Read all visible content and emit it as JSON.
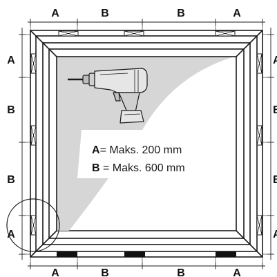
{
  "dimension_labels": {
    "top": [
      "A",
      "B",
      "B",
      "A"
    ],
    "bottom": [
      "A",
      "B",
      "B",
      "A"
    ],
    "left": [
      "A",
      "B",
      "B",
      "A"
    ],
    "right": [
      "A",
      "B",
      "B",
      "A"
    ]
  },
  "legend": {
    "a_key": "A",
    "a_text": "= Maks. 200 mm",
    "b_key": "B",
    "b_text": " = Maks. 600 mm"
  },
  "colors": {
    "line": "#1a1a1a",
    "glass": "#d6d6d6",
    "callout_bg": "#ffffff",
    "drill_body": "#e6e6e6",
    "drill_grip": "#cfcfcf",
    "shim_solid": "#111111"
  },
  "icons": {
    "tool": "cordless-drill-icon",
    "fixing": "wood-block-icon",
    "detail": "detail-circle-icon"
  }
}
